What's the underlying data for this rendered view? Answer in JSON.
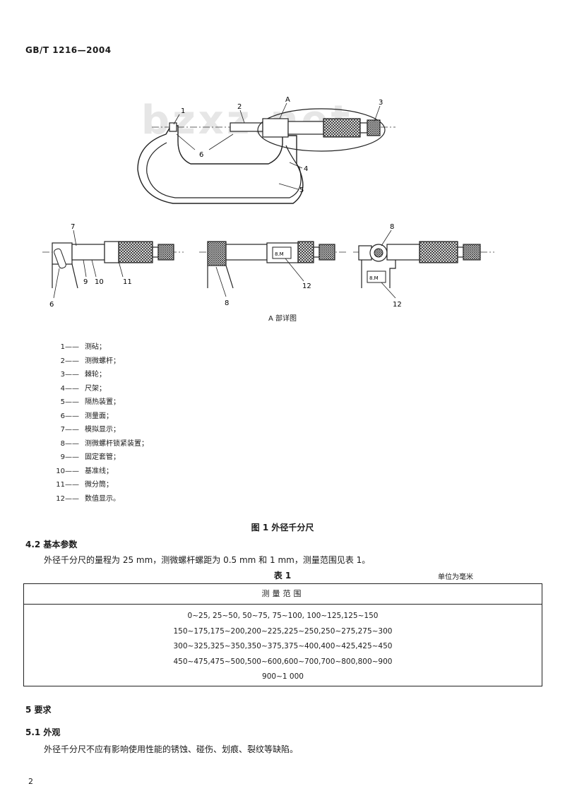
{
  "header": {
    "standard": "GB/T 1216—2004"
  },
  "watermark": "bzxz.net",
  "figure1": {
    "callouts_main": [
      "1",
      "2",
      "A",
      "3",
      "6",
      "4",
      "5"
    ],
    "callouts_d1": [
      "7",
      "9",
      "10",
      "11",
      "6"
    ],
    "callouts_d2": [
      "8",
      "12"
    ],
    "callouts_d3": [
      "8",
      "12"
    ],
    "display_text": "8.M",
    "detail_title": "A 部详图",
    "legend": [
      {
        "num": "1",
        "text": "测砧；"
      },
      {
        "num": "2",
        "text": "测微螺杆；"
      },
      {
        "num": "3",
        "text": "棘轮；"
      },
      {
        "num": "4",
        "text": "尺架；"
      },
      {
        "num": "5",
        "text": "隔热装置；"
      },
      {
        "num": "6",
        "text": "测量面；"
      },
      {
        "num": "7",
        "text": "模拟显示；"
      },
      {
        "num": "8",
        "text": "测微螺杆锁紧装置；"
      },
      {
        "num": "9",
        "text": "固定套管；"
      },
      {
        "num": "10",
        "text": "基准线；"
      },
      {
        "num": "11",
        "text": "微分筒；"
      },
      {
        "num": "12",
        "text": "数值显示。"
      }
    ],
    "caption": "图 1 外径千分尺"
  },
  "section_4_2": {
    "heading": "4.2 基本参数",
    "paragraph": "外径千分尺的量程为 25 mm，测微螺杆螺距为 0.5 mm 和 1 mm，测量范围见表 1。"
  },
  "table1": {
    "title": "表 1",
    "unit": "单位为毫米",
    "header": "测量范围",
    "rows": [
      "0~25, 25~50, 50~75, 75~100, 100~125,125~150",
      "150~175,175~200,200~225,225~250,250~275,275~300",
      "300~325,325~350,350~375,375~400,400~425,425~450",
      "450~475,475~500,500~600,600~700,700~800,800~900",
      "900~1 000"
    ]
  },
  "section_5": {
    "heading": "5 要求"
  },
  "section_5_1": {
    "heading": "5.1 外观",
    "paragraph": "外径千分尺不应有影响使用性能的锈蚀、碰伤、划痕、裂纹等缺陷。"
  },
  "page_number": "2"
}
